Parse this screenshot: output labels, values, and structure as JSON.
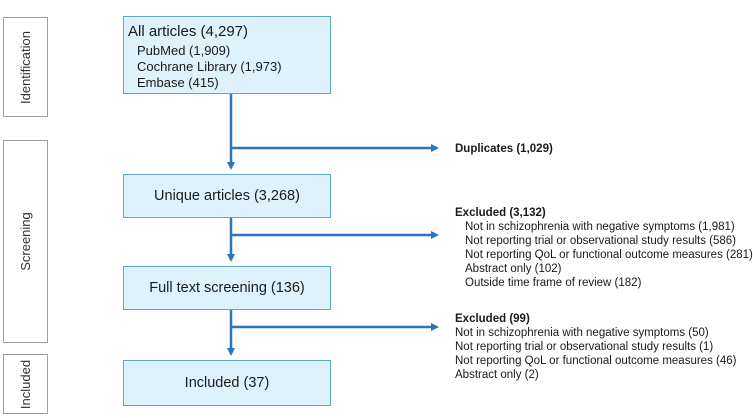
{
  "phases": {
    "identification": "Identification",
    "screening": "Screening",
    "included": "Included"
  },
  "boxes": {
    "all_articles": {
      "title": "All articles (4,297)",
      "sources": [
        "PubMed (1,909)",
        "Cochrane Library (1,973)",
        "Embase (415)"
      ]
    },
    "unique": "Unique articles (3,268)",
    "fulltext": "Full text screening (136)",
    "included": "Included (37)"
  },
  "exclusions": {
    "duplicates": "Duplicates (1,029)",
    "excluded_1": {
      "heading": "Excluded (3,132)",
      "reasons": [
        "Not in schizophrenia with negative symptoms (1,981)",
        "Not reporting trial or observational study results (586)",
        "Not reporting QoL or functional outcome measures (281)",
        "Abstract only (102)",
        "Outside time frame of review (182)"
      ]
    },
    "excluded_2": {
      "heading": "Excluded (99)",
      "reasons": [
        "Not in schizophrenia with negative symptoms (50)",
        "Not reporting trial or observational study results (1)",
        "Not reporting QoL or functional outcome measures (46)",
        "Abstract only (2)"
      ]
    }
  },
  "colors": {
    "arrow": "#2b74c0",
    "box_fill": "#dff2fb",
    "box_border": "#5ea8cf"
  }
}
